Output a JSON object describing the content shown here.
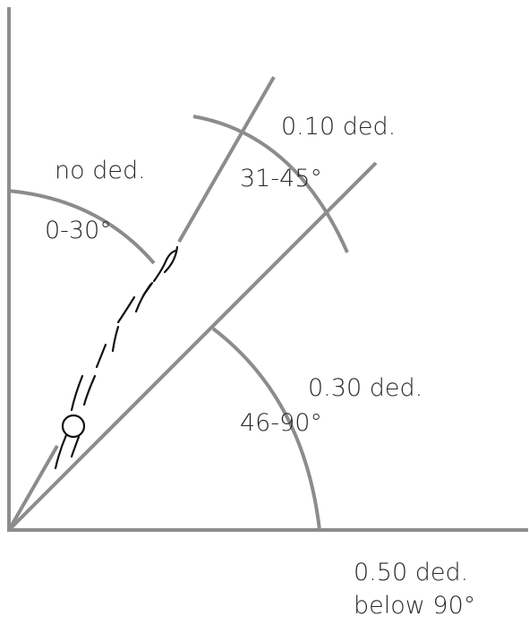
{
  "colors": {
    "axis": "#8c8c8c",
    "text": "#2a2a2a",
    "figure": "#111111",
    "background": "#ffffff"
  },
  "zones": [
    {
      "deduction": "no ded.",
      "range": "0-30°"
    },
    {
      "deduction": "0.10 ded.",
      "range": "31-45°"
    },
    {
      "deduction": "0.30 ded.",
      "range": "46-90°"
    },
    {
      "deduction": "0.50 ded.",
      "range": "below 90°"
    }
  ]
}
